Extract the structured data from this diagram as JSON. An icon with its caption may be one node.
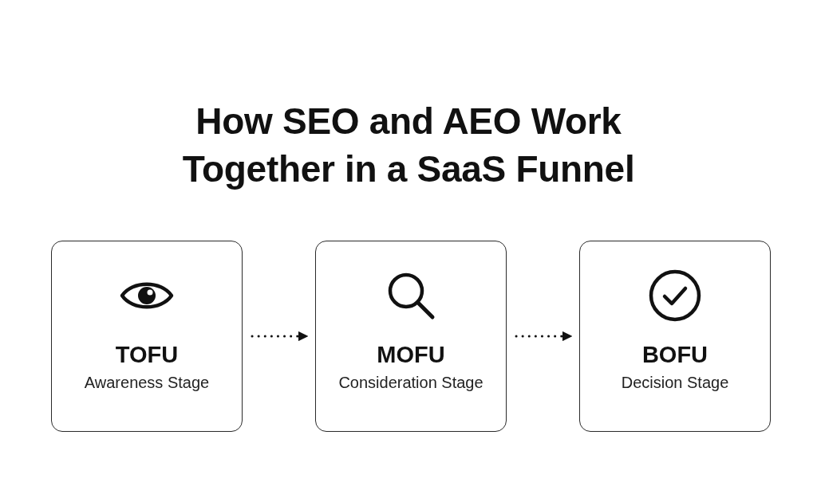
{
  "diagram": {
    "title": "How SEO and AEO Work Together in a SaaS Funnel",
    "nodes": [
      {
        "text": [
          "TOFU",
          "Awareness Stage"
        ]
      },
      {
        "text": [
          "MOFU",
          "Consideration Stage"
        ]
      },
      {
        "text": [
          "BOFU",
          "Decision Stage"
        ]
      }
    ],
    "edges": [
      {
        "from": 0,
        "to": 1,
        "arrow": "to",
        "style": "dashed"
      },
      {
        "from": 1,
        "to": 2,
        "arrow": "to",
        "style": "dashed"
      }
    ]
  }
}
